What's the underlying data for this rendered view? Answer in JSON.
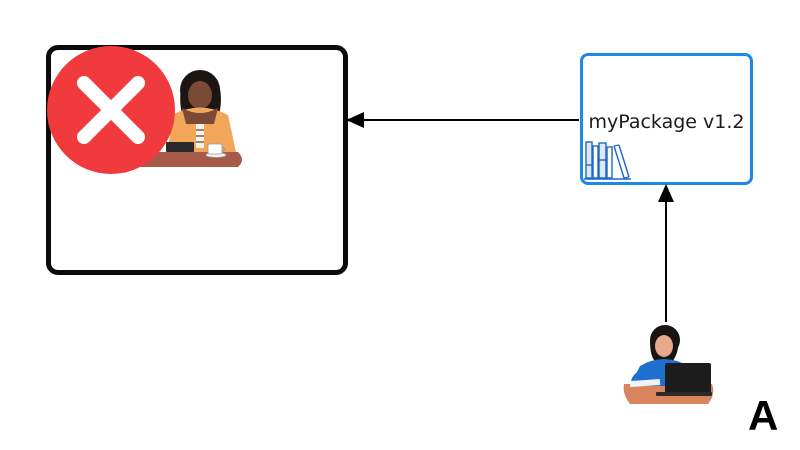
{
  "package": {
    "label": "myPackage v1.2"
  },
  "panel": {
    "letter": "A"
  },
  "icons": {
    "error": "red-circle-x-icon",
    "books": "stacked-books-icon",
    "developer": "person-at-laptop-illustration",
    "user": "woman-at-desk-illustration"
  },
  "colors": {
    "error_red": "#f03a3e",
    "package_border": "#1e88e5",
    "frame_border": "#0b0b0b",
    "developer_shirt": "#1f6fd1",
    "user_shirt": "#f2a65a"
  }
}
